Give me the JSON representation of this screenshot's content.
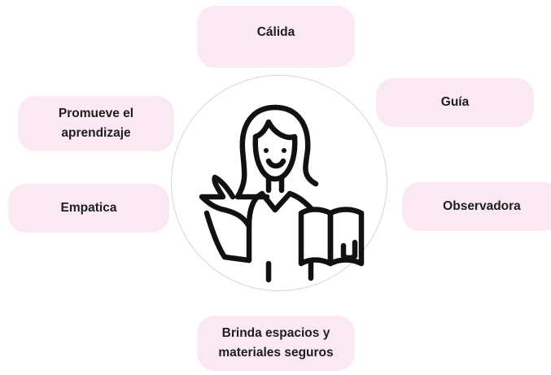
{
  "center": {
    "icon": "teacher-reading-book-icon"
  },
  "nodes": {
    "top": {
      "label": "Cálida"
    },
    "right_upper": {
      "label": "Guía"
    },
    "left_upper": {
      "line1": "Promueve el",
      "line2": "aprendizaje"
    },
    "left_lower": {
      "label": "Empatica"
    },
    "right_lower": {
      "label": "Observadora"
    },
    "bottom": {
      "line1": "Brinda espacios y",
      "line2": "materiales seguros"
    }
  },
  "colors": {
    "pill_background": "#fae9f2",
    "text": "#1e1e1e",
    "icon_stroke": "#111111",
    "circle_border": "#d9d4cc"
  }
}
